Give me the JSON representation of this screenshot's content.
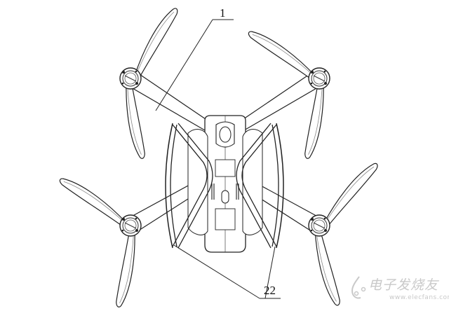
{
  "figure": {
    "subject": "Quadcopter drone, top view line drawing",
    "labels": [
      {
        "id": "1",
        "text": "1",
        "points_to": "arm"
      },
      {
        "id": "22",
        "text": "22",
        "points_to": "landing-gear-frames"
      }
    ]
  },
  "watermark": {
    "chinese": "电子发烧友",
    "url": "www.elecfans.com"
  },
  "colors": {
    "line": "#222222",
    "line_light": "#777777",
    "watermark": "#c9c9c9",
    "background": "#ffffff"
  }
}
